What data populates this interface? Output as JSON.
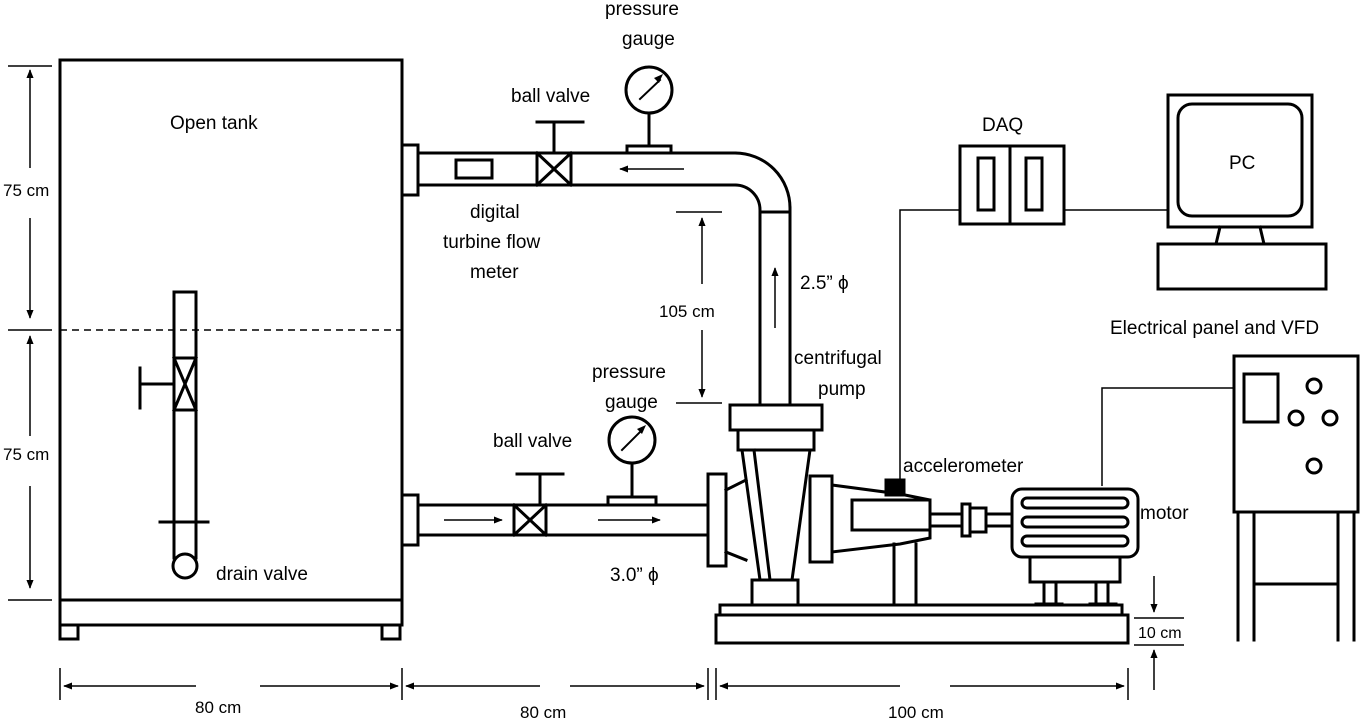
{
  "labels": {
    "open_tank": "Open tank",
    "drain_valve": "drain valve",
    "ball_valve_top": "ball valve",
    "ball_valve_bottom": "ball valve",
    "pressure_gauge_top_1": "pressure",
    "pressure_gauge_top_2": "gauge",
    "pressure_gauge_bottom_1": "pressure",
    "pressure_gauge_bottom_2": "gauge",
    "flow_meter_1": "digital",
    "flow_meter_2": "turbine flow",
    "flow_meter_3": "meter",
    "pipe_upper_dia": "2.5” ϕ",
    "pipe_lower_dia": "3.0” ϕ",
    "pump_1": "centrifugal",
    "pump_2": "pump",
    "accelerometer": "accelerometer",
    "motor": "motor",
    "daq": "DAQ",
    "pc": "PC",
    "panel": "Electrical panel and VFD"
  },
  "dimensions": {
    "tank_upper_height": "75 cm",
    "tank_lower_height": "75 cm",
    "tank_width": "80 cm",
    "pipe_run": "80 cm",
    "pump_base_run": "100 cm",
    "riser_height": "105 cm",
    "base_height": "10 cm"
  }
}
